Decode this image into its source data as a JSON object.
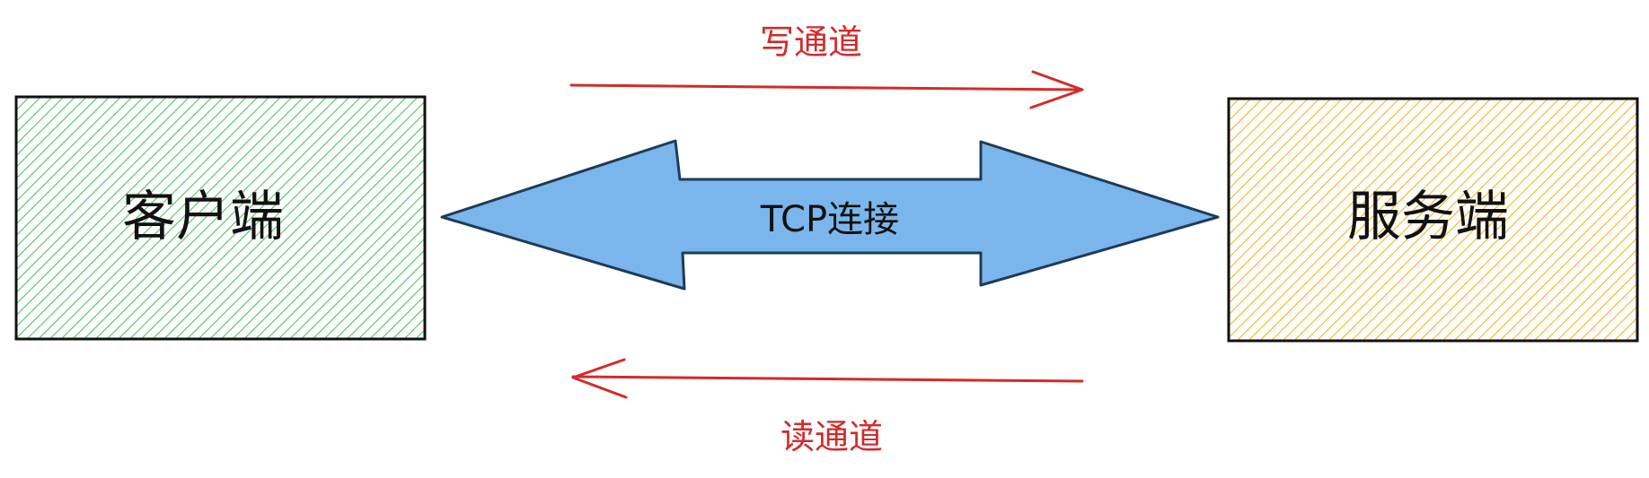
{
  "diagram": {
    "client": {
      "label": "客户端",
      "fill_color": "#40c057"
    },
    "server": {
      "label": "服务端",
      "fill_color": "#fab005"
    },
    "connection": {
      "label": "TCP连接",
      "fill_color": "#7ab6ec",
      "stroke_color": "#1f3b57"
    },
    "write_channel": {
      "label": "写通道",
      "color": "#d42a2a"
    },
    "read_channel": {
      "label": "读通道",
      "color": "#d42a2a"
    }
  }
}
